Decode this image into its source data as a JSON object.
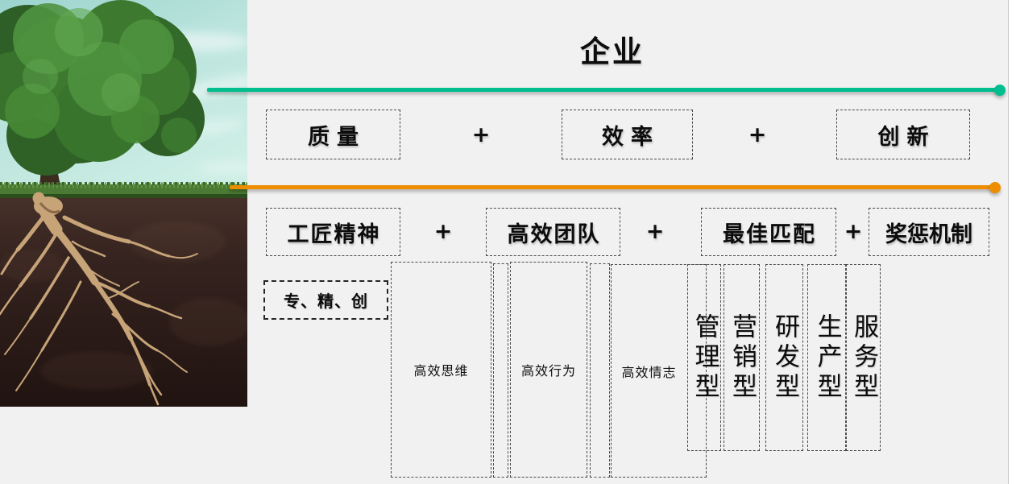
{
  "slide": {
    "title": "企业",
    "plus": "+",
    "tier1": {
      "boxes": [
        "质量",
        "效率",
        "创新"
      ]
    },
    "tier2": {
      "boxes": [
        "工匠精神",
        "高效团队",
        "最佳匹配",
        "奖惩机制"
      ]
    },
    "tier3": {
      "craftsman_traits": "专、精、创",
      "team_dimensions": [
        "高效思维",
        "高效行为",
        "高效情志"
      ],
      "enterprise_types": [
        "管理型",
        "营销型",
        "研发型",
        "生产型",
        "服务型"
      ]
    },
    "colors": {
      "teal_line": "#00BE8D",
      "orange_line": "#EE8D00",
      "background": "#F1F1F2"
    },
    "photo": "tree-with-roots"
  }
}
